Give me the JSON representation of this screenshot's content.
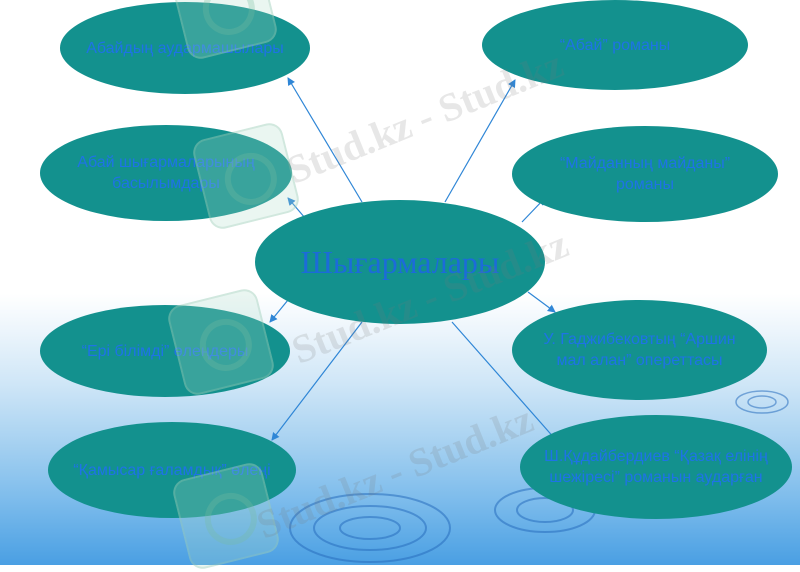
{
  "diagram": {
    "center": "Шығармалары",
    "left_nodes": [
      "Абайдың аудармашылары",
      "Абай шығармаларының басылымдары",
      "“Ері білімді” өлеңдеры",
      "“Қамысар ғаламдық” өлеңі"
    ],
    "right_nodes": [
      "“Абай” романы",
      "“Майданның майданы” романы",
      "У. Гаджибековтың “Аршин мал алан” опереттасы",
      "Ш.Құдайбердиев “Қазақ елінің шежіресі” романын аударған"
    ]
  },
  "watermark": "Stud.kz - Stud.kz",
  "colors": {
    "node_fill": "#13918e",
    "node_text": "#1e73e6",
    "arrow": "#2f86d6"
  }
}
